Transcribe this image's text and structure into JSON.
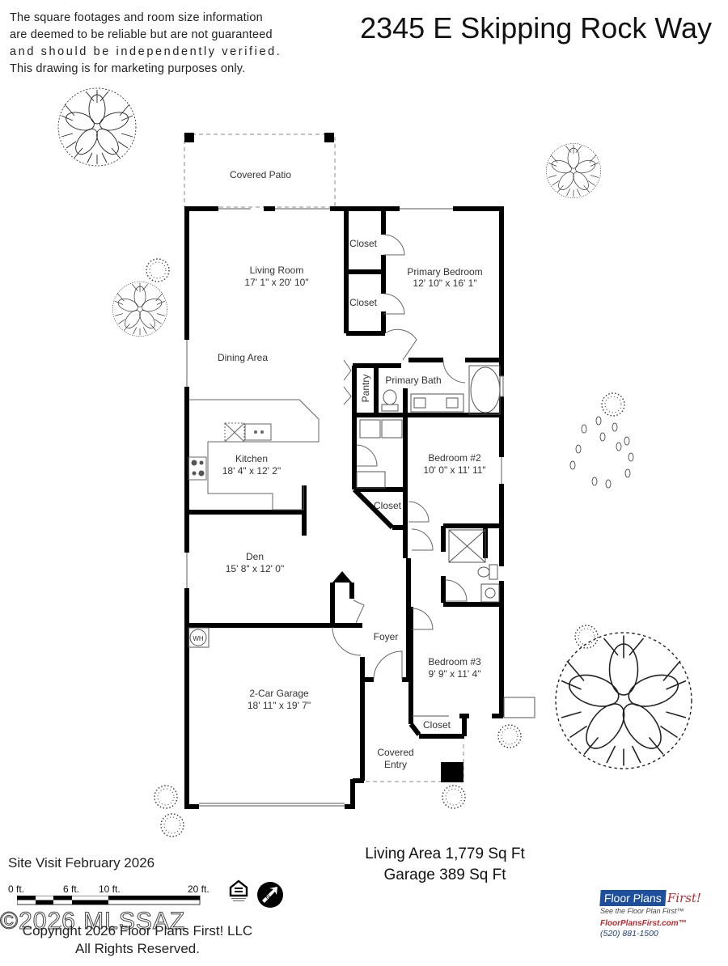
{
  "header": {
    "disclaimer": [
      "The square footages and room size information",
      "are deemed to be reliable but are not guaranteed",
      "and should be independently verified.",
      "This drawing is for marketing purposes only."
    ],
    "address": "2345 E Skipping Rock Way"
  },
  "rooms": {
    "covered_patio": {
      "name": "Covered Patio"
    },
    "living_room": {
      "name": "Living Room",
      "size": "17' 1\" x 20' 10\""
    },
    "closet_1": {
      "name": "Closet"
    },
    "closet_2": {
      "name": "Closet"
    },
    "primary_bedroom": {
      "name": "Primary Bedroom",
      "size": "12' 10\" x 16' 1\""
    },
    "dining_area": {
      "name": "Dining Area"
    },
    "pantry": {
      "name": "Pantry"
    },
    "primary_bath": {
      "name": "Primary Bath"
    },
    "kitchen": {
      "name": "Kitchen",
      "size": "18' 4\" x 12' 2\""
    },
    "bedroom_2": {
      "name": "Bedroom #2",
      "size": "10' 0\" x 11' 11\""
    },
    "closet_3": {
      "name": "Closet"
    },
    "den": {
      "name": "Den",
      "size": "15' 8\" x 12' 0\""
    },
    "water_heater": {
      "name": "WH"
    },
    "foyer": {
      "name": "Foyer"
    },
    "bedroom_3": {
      "name": "Bedroom #3",
      "size": "9' 9\" x 11' 4\""
    },
    "garage": {
      "name": "2-Car Garage",
      "size": "18' 11\" x 19' 7\""
    },
    "closet_4": {
      "name": "Closet"
    },
    "covered_entry": {
      "name": "Covered",
      "name2": "Entry"
    }
  },
  "summary": {
    "living_area": "Living Area 1,779 Sq Ft",
    "garage_area": "Garage 389 Sq Ft"
  },
  "footer": {
    "site_visit": "Site Visit February 2026",
    "scale": {
      "labels": [
        "0 ft.",
        "6 ft.",
        "10 ft.",
        "20 ft."
      ]
    },
    "north_label": "N",
    "watermark": "©2026 MLSSAZ",
    "copyright": "Copyright 2026 Floor Plans First! LLC",
    "rights": "All Rights Reserved."
  },
  "logo": {
    "brand": "Floor Plans",
    "brand_accent": "First!",
    "tagline": "See the Floor Plan First™",
    "url": "FloorPlansFirst.com™",
    "phone": "(520) 881-1500",
    "colors": {
      "blue": "#1d4f9c",
      "red": "#c0272d"
    }
  }
}
